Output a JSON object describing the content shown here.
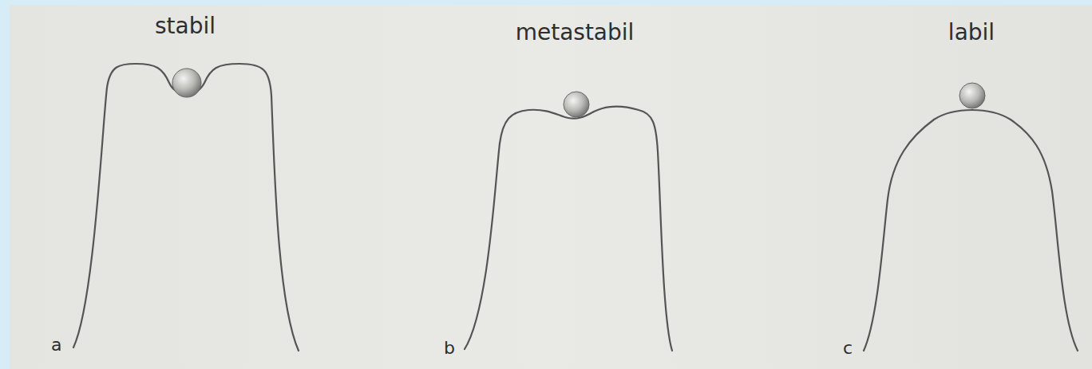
{
  "diagram": {
    "labels": [
      "stabil",
      "metastabil",
      "labil",
      "a",
      "b",
      "c"
    ]
  }
}
